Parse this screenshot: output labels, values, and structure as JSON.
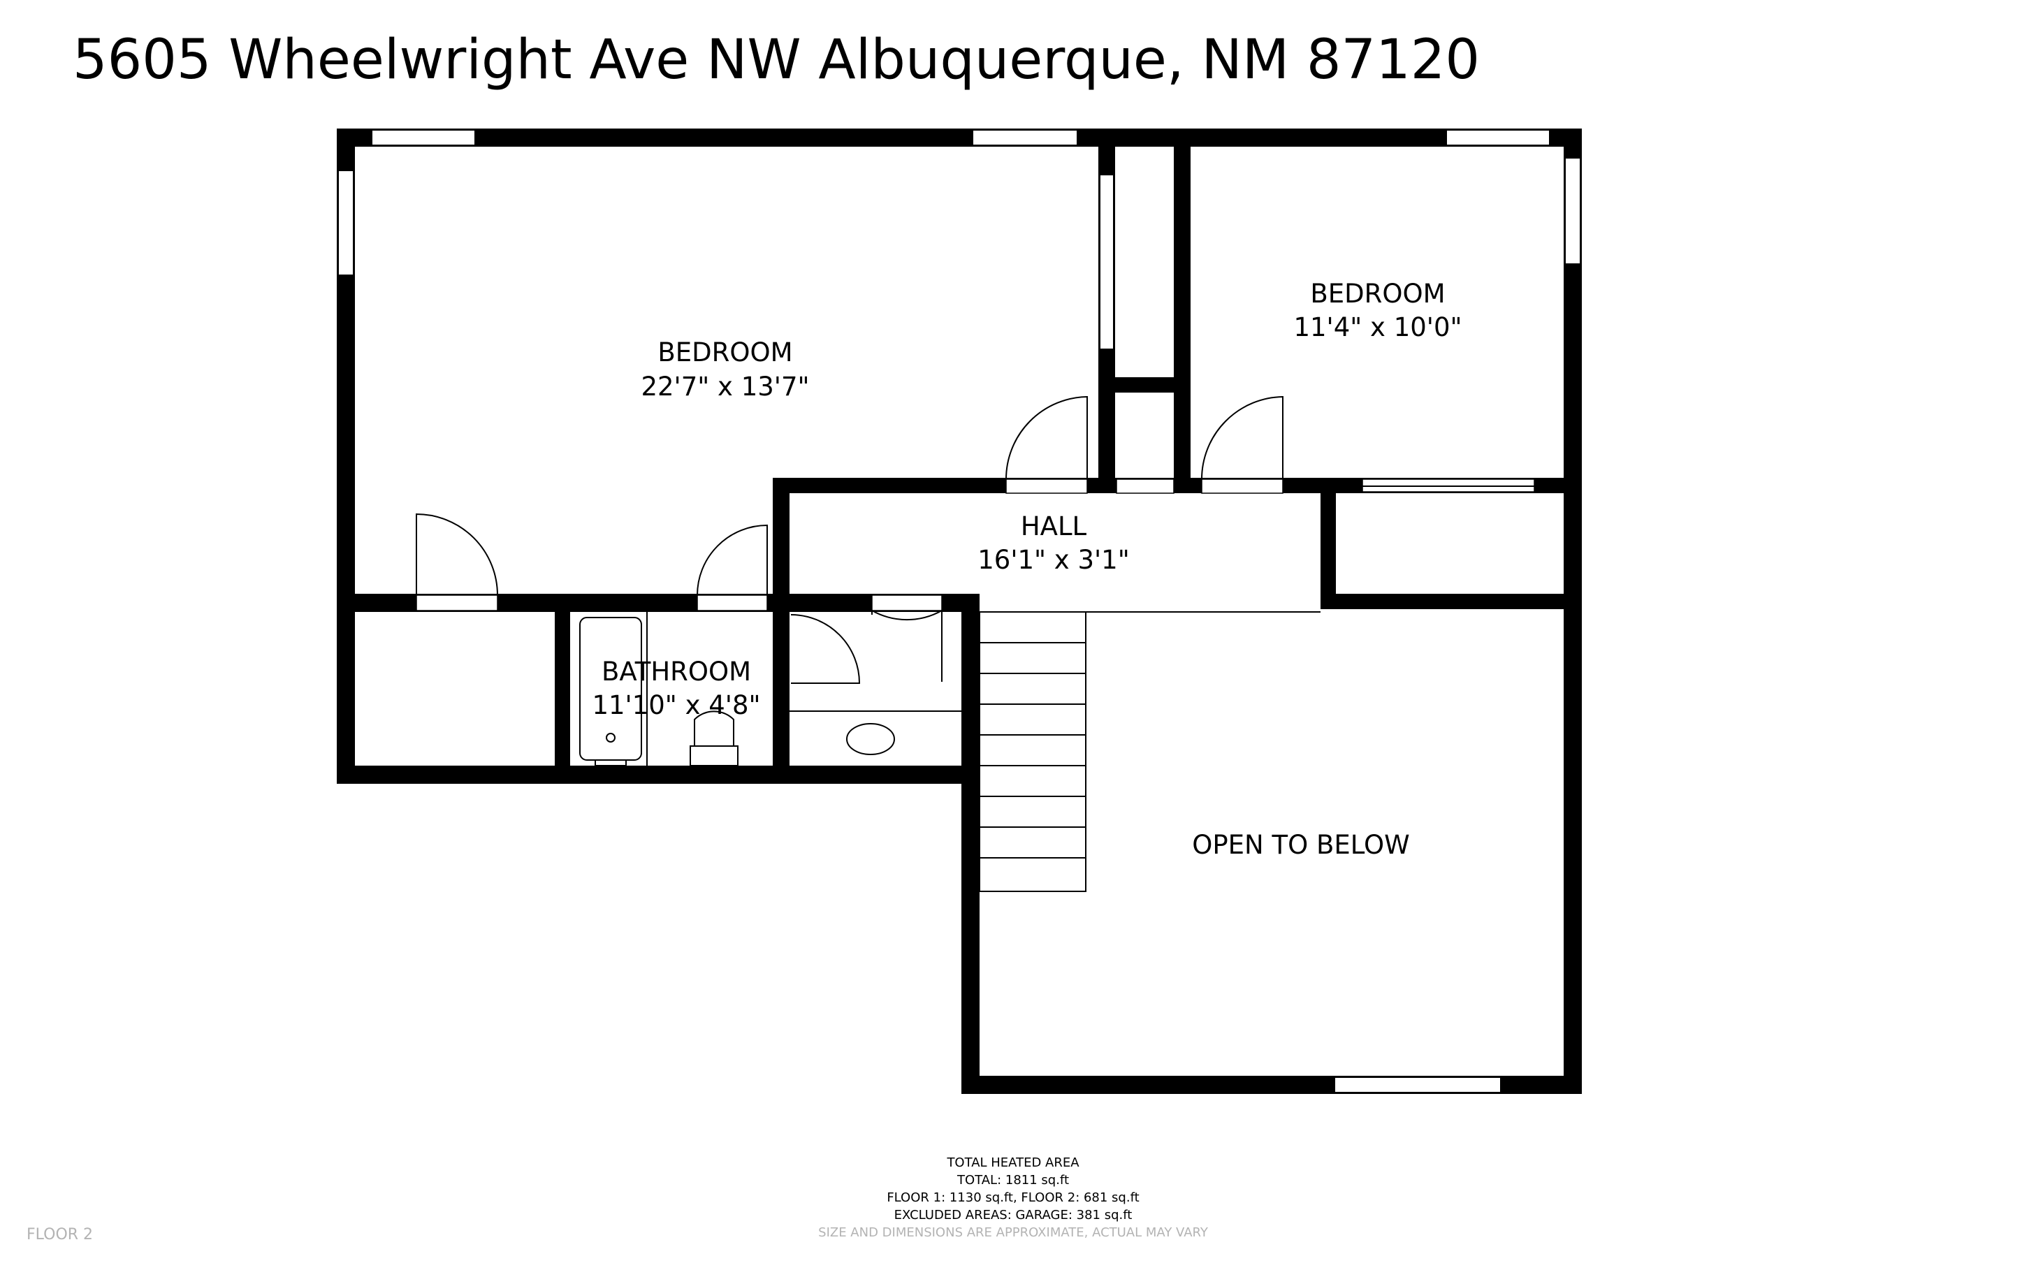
{
  "title": "5605 Wheelwright Ave NW Albuquerque, NM 87120",
  "rooms": [
    {
      "name": "BEDROOM",
      "dims": "22'7\" x 13'7\""
    },
    {
      "name": "BEDROOM",
      "dims": "11'4\" x 10'0\""
    },
    {
      "name": "HALL",
      "dims": "16'1\" x 3'1\""
    },
    {
      "name": "BATHROOM",
      "dims": "11'10\" x 4'8\""
    },
    {
      "name": "OPEN TO BELOW",
      "dims": ""
    }
  ],
  "area_summary": {
    "heading": "TOTAL HEATED AREA",
    "total": "TOTAL: 1811 sq.ft",
    "floors": "FLOOR 1: 1130 sq.ft, FLOOR 2: 681 sq.ft",
    "excluded": "EXCLUDED AREAS: GARAGE: 381 sq.ft",
    "disclaimer": "SIZE AND DIMENSIONS ARE APPROXIMATE, ACTUAL MAY VARY"
  },
  "floor_label": "FLOOR 2",
  "colors": {
    "wall": "#000000",
    "background": "#ffffff",
    "muted_text": "#b3b3b3"
  }
}
